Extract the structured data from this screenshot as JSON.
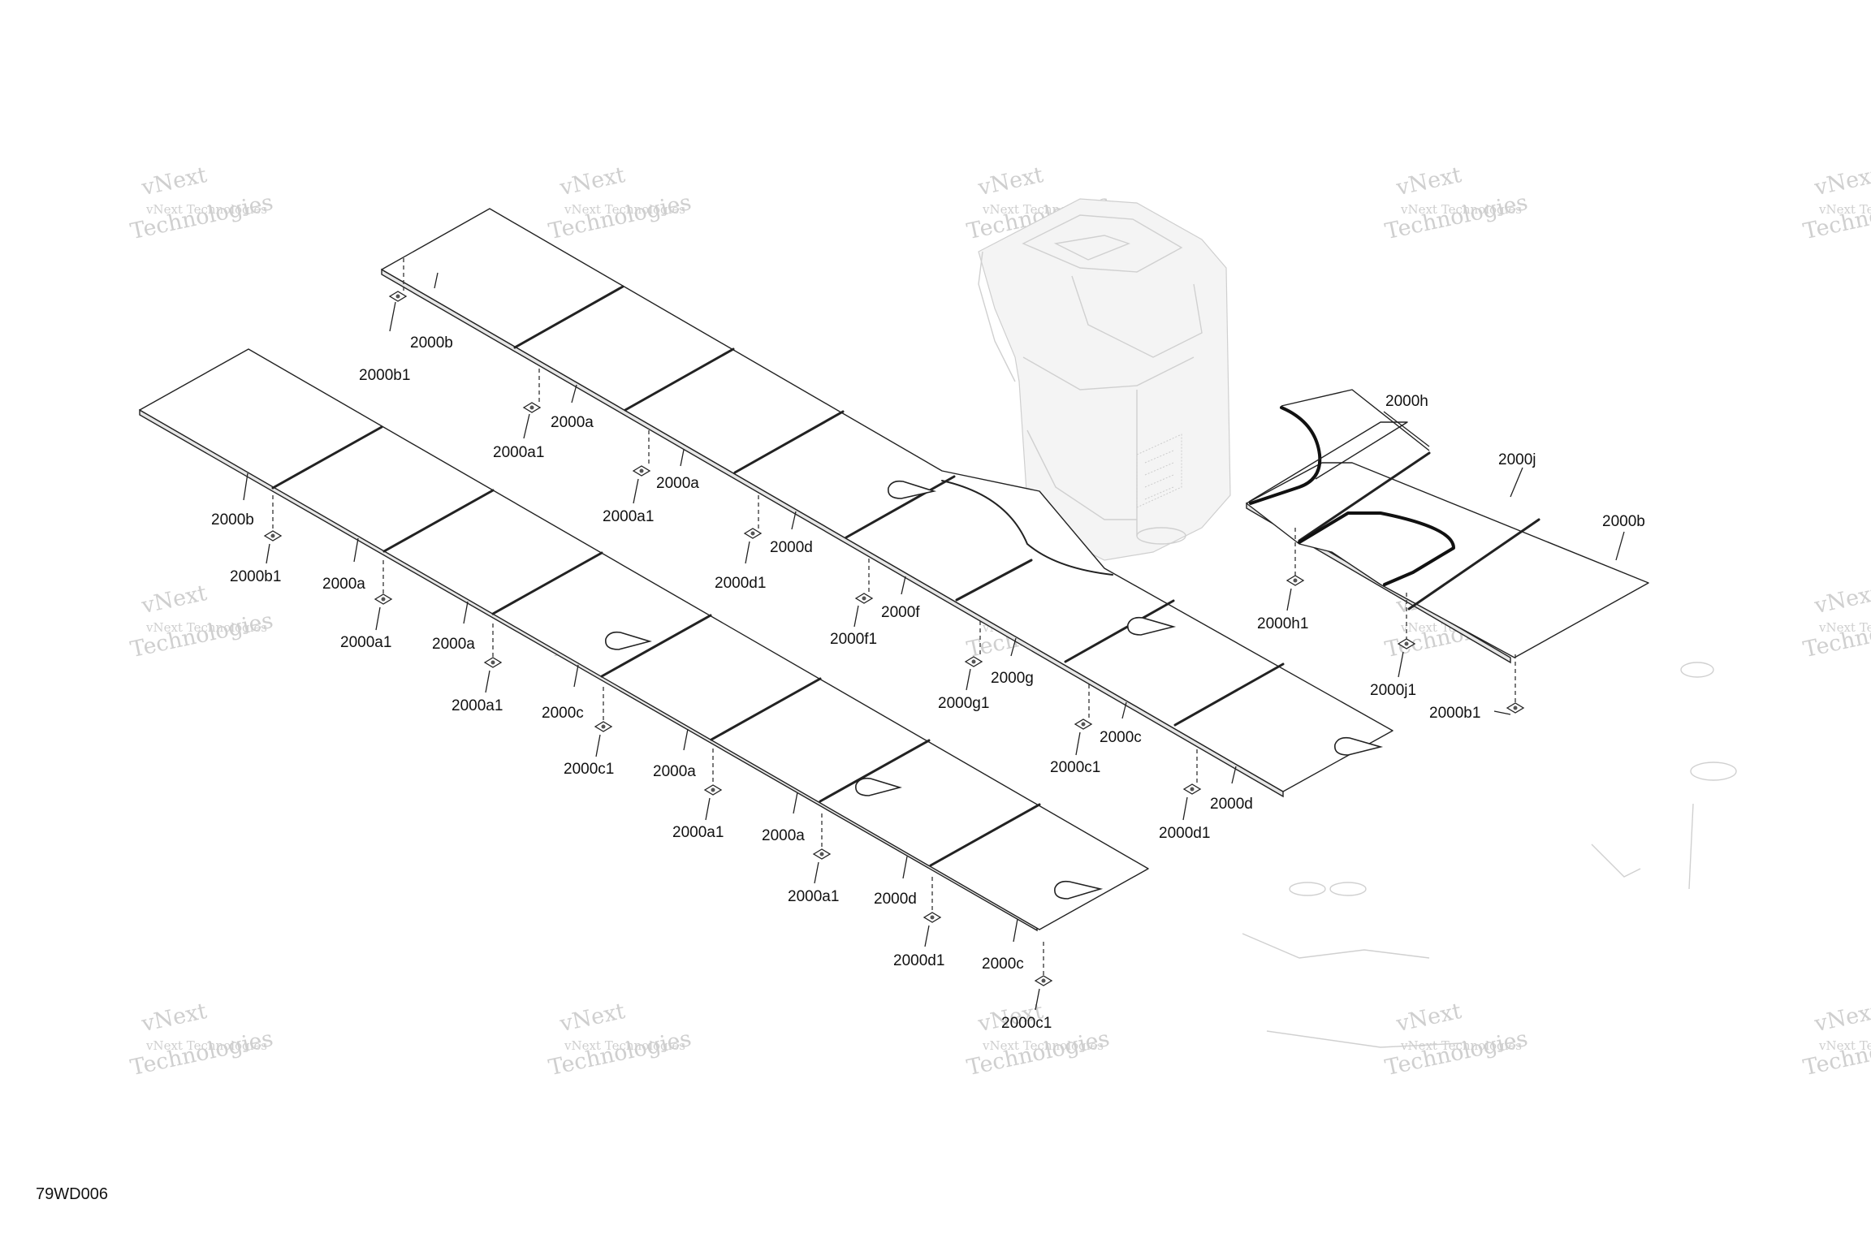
{
  "diagram_code": "79WD006",
  "watermark": {
    "line_small": "vNext Technologies",
    "line_big_1": "vNext",
    "line_big_2": "Technologies"
  },
  "callouts": {
    "top_row": [
      "2000b",
      "2000b1",
      "2000a",
      "2000a1",
      "2000a",
      "2000a1",
      "2000d",
      "2000d1",
      "2000f",
      "2000f1",
      "2000g",
      "2000g1",
      "2000c",
      "2000c1",
      "2000d",
      "2000d1"
    ],
    "left_row": [
      "2000b",
      "2000b1",
      "2000a",
      "2000a1",
      "2000a",
      "2000a1",
      "2000c",
      "2000c1",
      "2000a",
      "2000a1",
      "2000a",
      "2000a1",
      "2000d",
      "2000d1",
      "2000c",
      "2000c1"
    ],
    "right_group": [
      "2000h",
      "2000h1",
      "2000j",
      "2000j1",
      "2000b",
      "2000b1"
    ]
  }
}
